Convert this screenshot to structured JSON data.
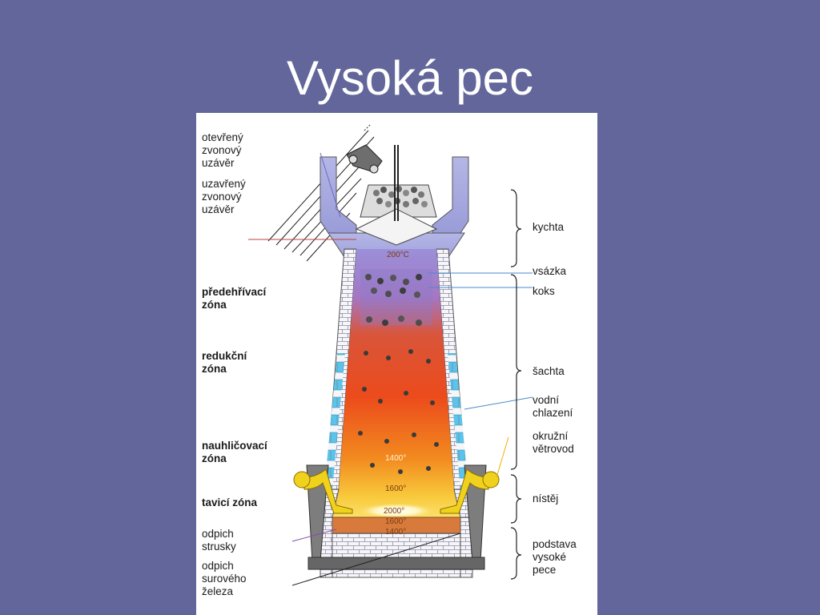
{
  "slide": {
    "title": "Vysoká pec"
  },
  "diagram": {
    "left_labels": {
      "open_bell": [
        "otevřený",
        "zvonový",
        "uzávěr"
      ],
      "closed_bell": [
        "uzavřený",
        "zvonový",
        "uzávěr"
      ],
      "preheating": [
        "předehřívací",
        "zóna"
      ],
      "reduction": [
        "redukční",
        "zóna"
      ],
      "carburizing": [
        "nauhličovací",
        "zóna"
      ],
      "melting": [
        "tavicí zóna"
      ],
      "slag_tap": [
        "odpich",
        "strusky"
      ],
      "iron_tap": [
        "odpich",
        "surového",
        "železa"
      ]
    },
    "right_labels": {
      "throat": [
        "kychta"
      ],
      "charge": [
        "vsázka"
      ],
      "coke": [
        "koks"
      ],
      "shaft": [
        "šachta"
      ],
      "water_cooling": [
        "vodní",
        "chlazení"
      ],
      "bustle_pipe": [
        "okružní",
        "větrovod"
      ],
      "hearth": [
        "nístěj"
      ],
      "base": [
        "podstava",
        "vysoké",
        "pece"
      ]
    },
    "temperatures": [
      "200°C",
      "1400°",
      "1600°",
      "2000°",
      "1600°",
      "1400°"
    ],
    "colors": {
      "background": "#62669a",
      "gas_pipe": "#a7a9dc",
      "brick": "#f4f4f6",
      "water_cooling": "#66c6ec",
      "hot_zone": "#e8451e",
      "bustle_pipe": "#f0d21e",
      "base": "#d87a3c"
    }
  }
}
